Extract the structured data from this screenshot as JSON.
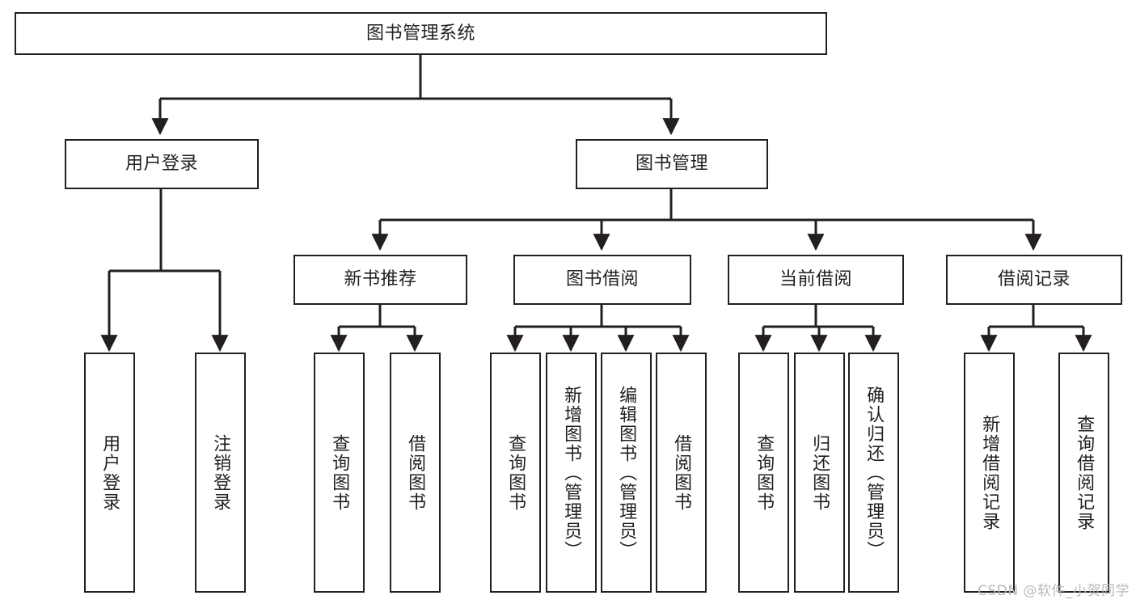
{
  "diagram": {
    "type": "tree-hierarchy",
    "title": "图书管理系统",
    "root": {
      "id": "root",
      "label": "图书管理系统"
    },
    "level2": [
      {
        "id": "user-login",
        "label": "用户登录"
      },
      {
        "id": "book-manage",
        "label": "图书管理"
      }
    ],
    "level3": [
      {
        "id": "new-book-rec",
        "label": "新书推荐",
        "parent": "book-manage"
      },
      {
        "id": "book-borrow",
        "label": "图书借阅",
        "parent": "book-manage"
      },
      {
        "id": "current-borrow",
        "label": "当前借阅",
        "parent": "book-manage"
      },
      {
        "id": "borrow-record",
        "label": "借阅记录",
        "parent": "book-manage"
      }
    ],
    "leaves": [
      {
        "id": "leaf-user-login",
        "label": "用户登录",
        "parent": "user-login"
      },
      {
        "id": "leaf-logout",
        "label": "注销登录",
        "parent": "user-login"
      },
      {
        "id": "leaf-query-book-1",
        "label": "查询图书",
        "parent": "new-book-rec"
      },
      {
        "id": "leaf-borrow-book-1",
        "label": "借阅图书",
        "parent": "new-book-rec"
      },
      {
        "id": "leaf-query-book-2",
        "label": "查询图书",
        "parent": "book-borrow"
      },
      {
        "id": "leaf-add-book",
        "label": "新增图书（管理员）",
        "parent": "book-borrow"
      },
      {
        "id": "leaf-edit-book",
        "label": "编辑图书（管理员）",
        "parent": "book-borrow"
      },
      {
        "id": "leaf-borrow-book-2",
        "label": "借阅图书",
        "parent": "book-borrow"
      },
      {
        "id": "leaf-query-book-3",
        "label": "查询图书",
        "parent": "current-borrow"
      },
      {
        "id": "leaf-return-book",
        "label": "归还图书",
        "parent": "current-borrow"
      },
      {
        "id": "leaf-confirm-return",
        "label": "确认归还（管理员）",
        "parent": "current-borrow"
      },
      {
        "id": "leaf-add-record",
        "label": "新增借阅记录",
        "parent": "borrow-record"
      },
      {
        "id": "leaf-query-record",
        "label": "查询借阅记录",
        "parent": "borrow-record"
      }
    ],
    "colors": {
      "stroke": "#231f20",
      "fill": "#ffffff",
      "text": "#231f20",
      "watermark": "#b9b9b9"
    }
  },
  "watermark": {
    "text": "CSDN @软件_小贺同学"
  }
}
